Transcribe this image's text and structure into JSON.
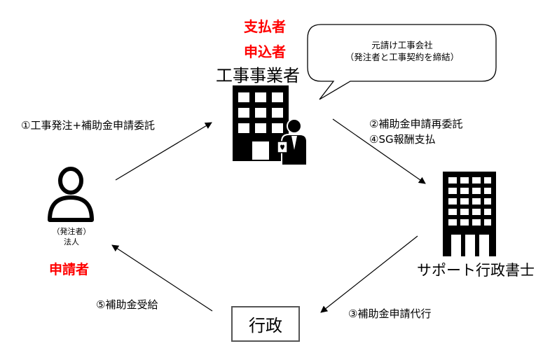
{
  "contractor": {
    "role_payer": "支払者",
    "role_applicant": "申込者",
    "name": "工事事業者"
  },
  "bubble": {
    "line1": "元請け工事会社",
    "line2": "（発注者と工事契約を締結）"
  },
  "client": {
    "note": "（発注者）",
    "type": "法人",
    "role": "申請者"
  },
  "support": {
    "name": "サポート行政書士"
  },
  "government": {
    "name": "行政"
  },
  "flows": {
    "step1": "①工事発注+補助金申請委託",
    "step2": "②補助金申請再委託",
    "step4": "④SG報酬支払",
    "step3": "③補助金申請代行",
    "step5": "⑤補助金受給"
  }
}
